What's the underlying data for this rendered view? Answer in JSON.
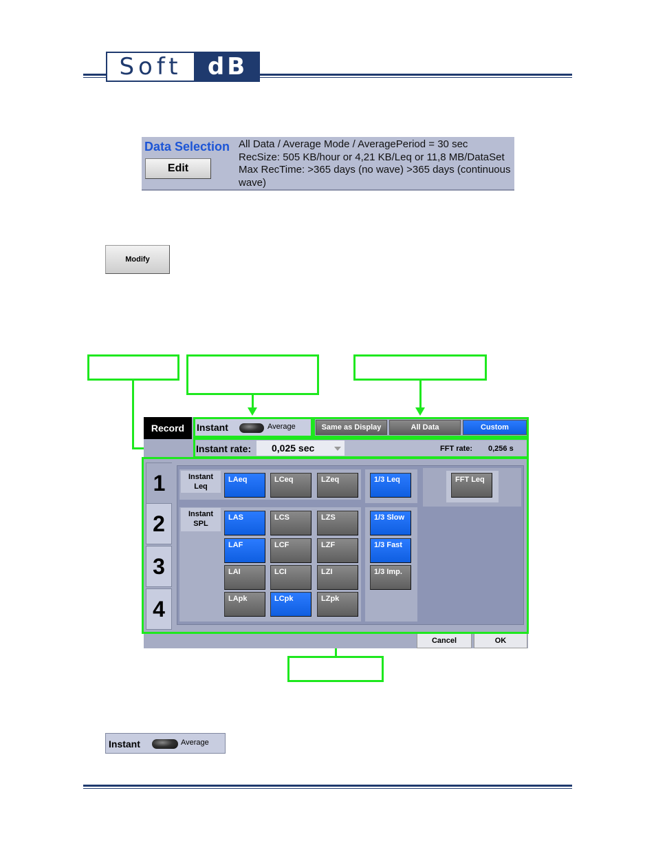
{
  "header": {
    "logo_left": "Soft",
    "logo_right": "dB"
  },
  "data_selection": {
    "title": "Data Selection",
    "edit_label": "Edit",
    "line1": "All Data / Average Mode / AveragePeriod = 30 sec",
    "line2": "RecSize: 505 KB/hour or 4,21 KB/Leq or 11,8 MB/DataSet",
    "line3": "Max RecTime: >365 days (no wave)   >365 days (continuous wave)"
  },
  "modify_label": "Modify",
  "screen": {
    "record_tab": "Record",
    "mode": {
      "instant": "Instant",
      "average": "Average"
    },
    "sources": [
      "Same as Display",
      "All Data",
      "Custom"
    ],
    "active_source": "Custom",
    "instant_rate_label": "Instant rate:",
    "instant_rate_value": "0,025 sec",
    "fft_rate_label": "FFT rate:",
    "fft_rate_value": "0,256 s",
    "side_tabs": [
      "1",
      "2",
      "3",
      "4"
    ],
    "group_leq_label": "Instant Leq",
    "group_spl_label": "Instant SPL",
    "leq_buttons": [
      {
        "label": "LAeq",
        "on": true
      },
      {
        "label": "LCeq",
        "on": false
      },
      {
        "label": "LZeq",
        "on": false
      }
    ],
    "leq_third": {
      "label": "1/3 Leq",
      "on": true
    },
    "fft_button": {
      "label": "FFT Leq",
      "on": false
    },
    "spl_rows": [
      [
        {
          "label": "LAS",
          "on": true
        },
        {
          "label": "LCS",
          "on": false
        },
        {
          "label": "LZS",
          "on": false
        }
      ],
      [
        {
          "label": "LAF",
          "on": true
        },
        {
          "label": "LCF",
          "on": false
        },
        {
          "label": "LZF",
          "on": false
        }
      ],
      [
        {
          "label": "LAI",
          "on": false
        },
        {
          "label": "LCI",
          "on": false
        },
        {
          "label": "LZI",
          "on": false
        }
      ],
      [
        {
          "label": "LApk",
          "on": false
        },
        {
          "label": "LCpk",
          "on": true
        },
        {
          "label": "LZpk",
          "on": false
        }
      ]
    ],
    "spl_third": [
      {
        "label": "1/3 Slow",
        "on": true
      },
      {
        "label": "1/3 Fast",
        "on": true
      },
      {
        "label": "1/3 Imp.",
        "on": false
      }
    ],
    "cancel_label": "Cancel",
    "ok_label": "OK"
  },
  "mini_toggle": {
    "instant": "Instant",
    "average": "Average"
  },
  "colors": {
    "highlight": "#1ee81e",
    "active_button": "#1a6cf0",
    "brand": "#1f3a6e"
  }
}
